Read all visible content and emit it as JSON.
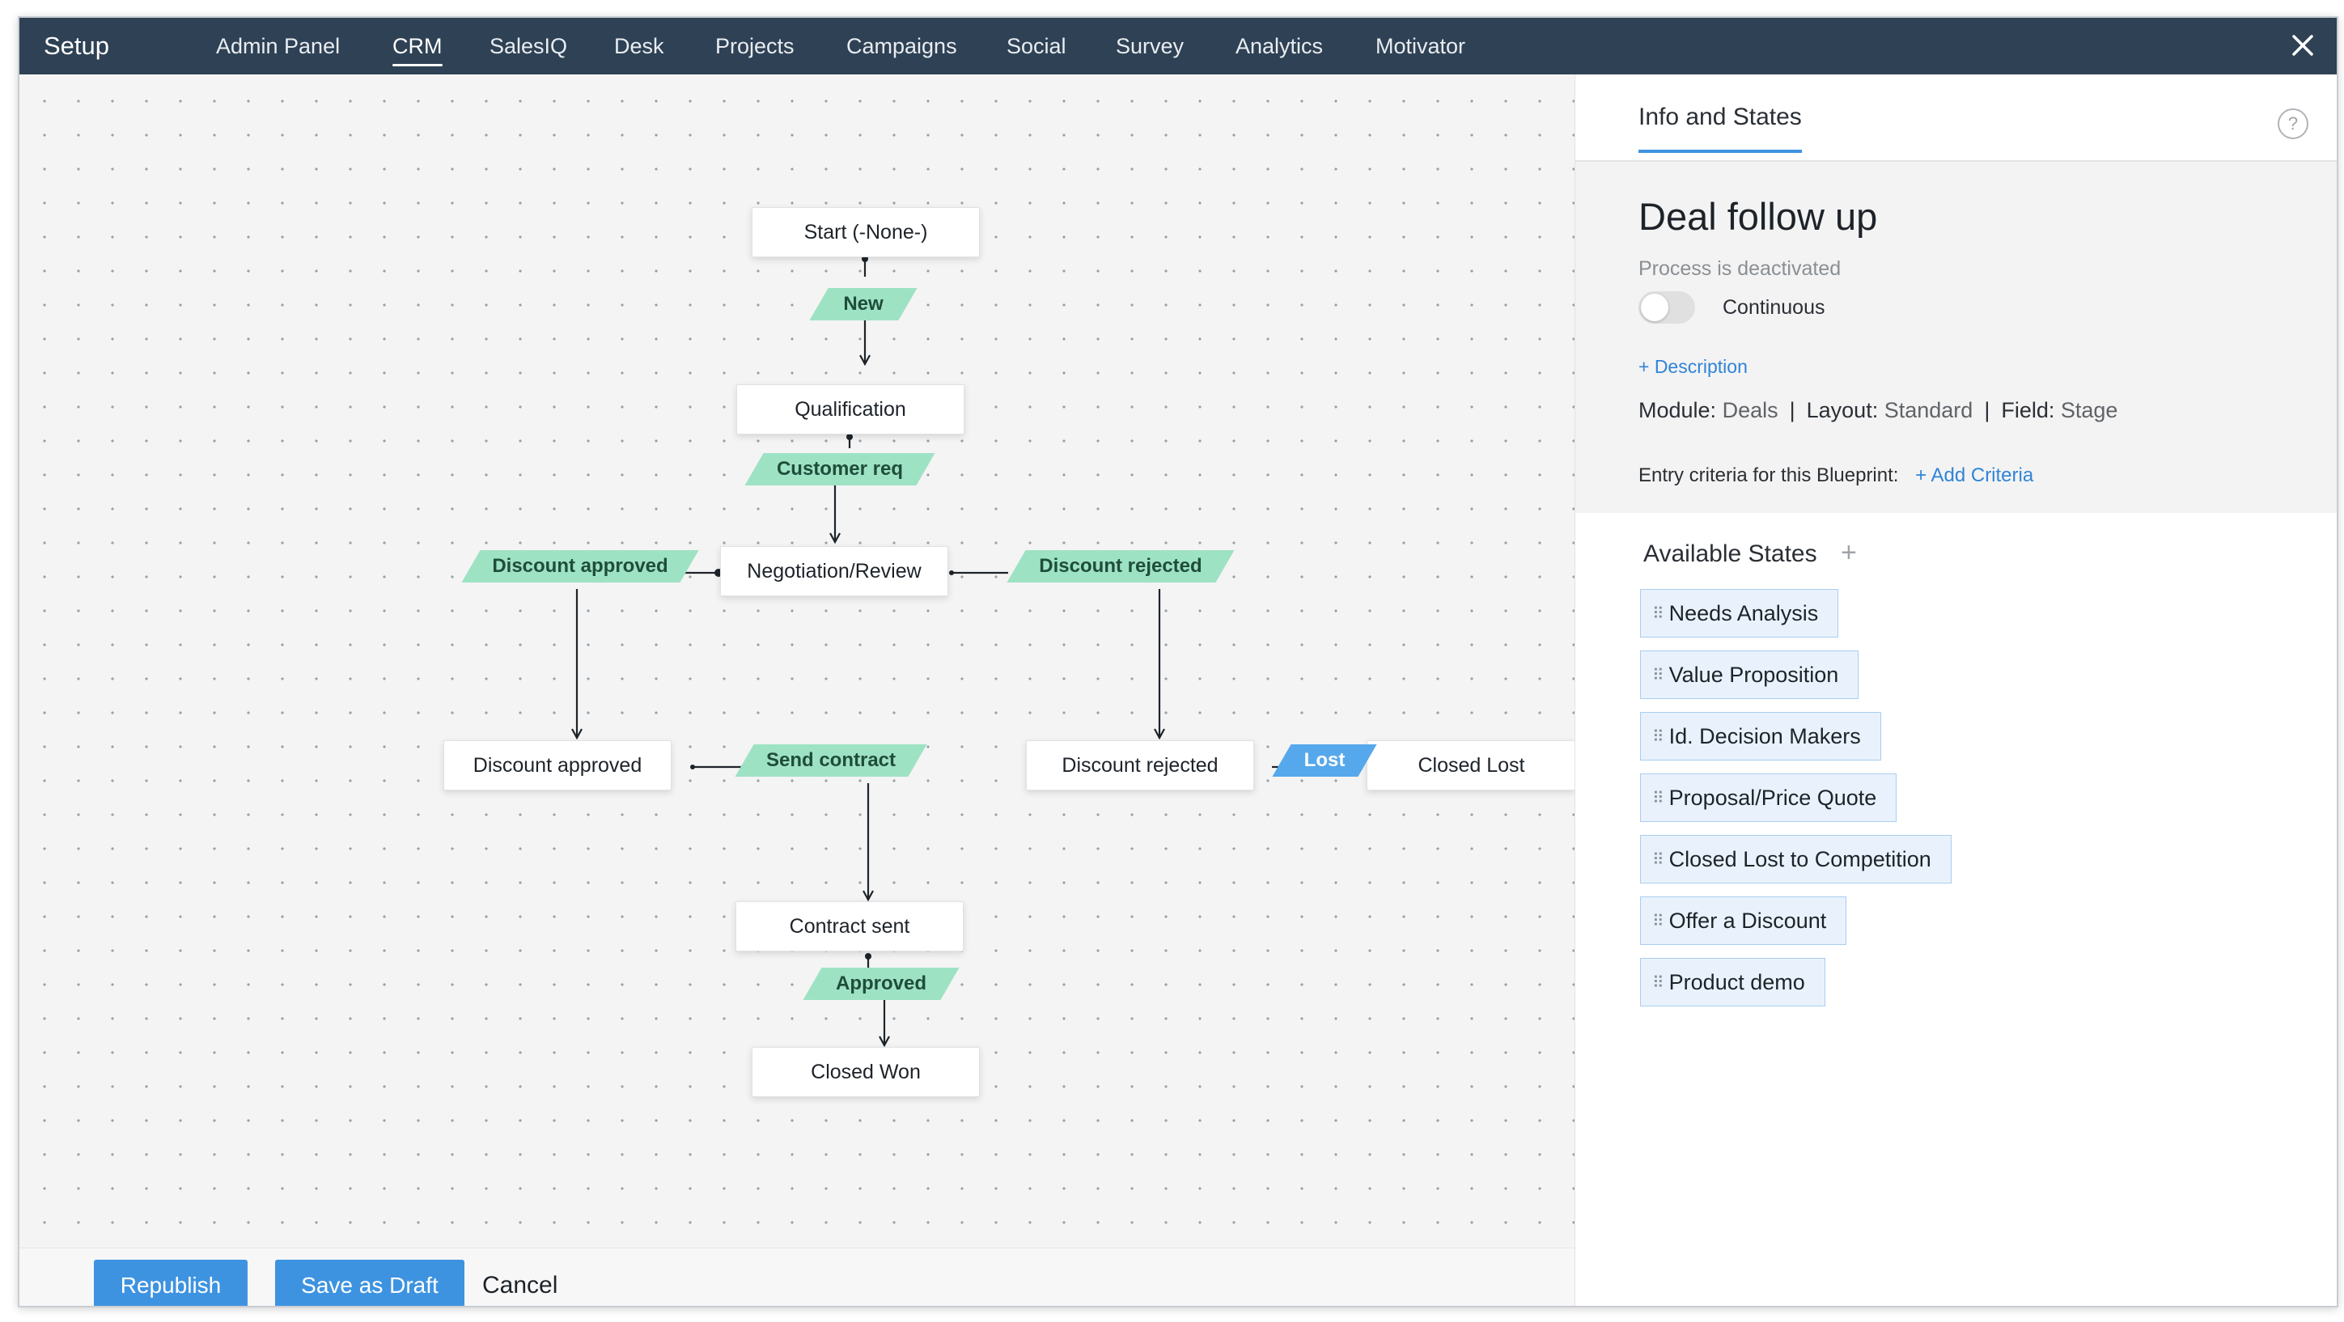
{
  "nav": {
    "brand": "Setup",
    "items": [
      "Admin Panel",
      "CRM",
      "SalesIQ",
      "Desk",
      "Projects",
      "Campaigns",
      "Social",
      "Survey",
      "Analytics",
      "Motivator"
    ],
    "active": "CRM"
  },
  "flow": {
    "states": {
      "start": "Start (-None-)",
      "qualification": "Qualification",
      "negotiation": "Negotiation/Review",
      "discount_approved": "Discount approved",
      "discount_rejected": "Discount rejected",
      "closed_lost": "Closed Lost",
      "contract_sent": "Contract sent",
      "closed_won": "Closed Won"
    },
    "transitions": {
      "new": "New",
      "customer_req": "Customer req",
      "discount_approved": "Discount approved",
      "discount_rejected": "Discount rejected",
      "send_contract": "Send contract",
      "lost": "Lost",
      "approved": "Approved"
    }
  },
  "footer": {
    "republish": "Republish",
    "save_draft": "Save as Draft",
    "cancel": "Cancel"
  },
  "panel": {
    "tab": "Info and States",
    "help": "?",
    "title": "Deal follow up",
    "status": "Process is deactivated",
    "toggle_label": "Continuous",
    "description_link": "+ Description",
    "module_label": "Module:",
    "module_value": "Deals",
    "layout_label": "Layout:",
    "layout_value": "Standard",
    "field_label": "Field:",
    "field_value": "Stage",
    "separator": "|",
    "entry_label": "Entry criteria for this Blueprint:",
    "add_criteria": "+ Add Criteria",
    "available_title": "Available States",
    "available_states": [
      "Needs Analysis",
      "Value Proposition",
      "Id. Decision Makers",
      "Proposal/Price Quote",
      "Closed Lost to Competition",
      "Offer a Discount",
      "Product demo"
    ]
  },
  "colors": {
    "topnav": "#2f4154",
    "accent": "#3e93e0",
    "transition": "#9ee2c4",
    "transition_lost": "#56a8ec",
    "chip": "#e9f2fc"
  }
}
